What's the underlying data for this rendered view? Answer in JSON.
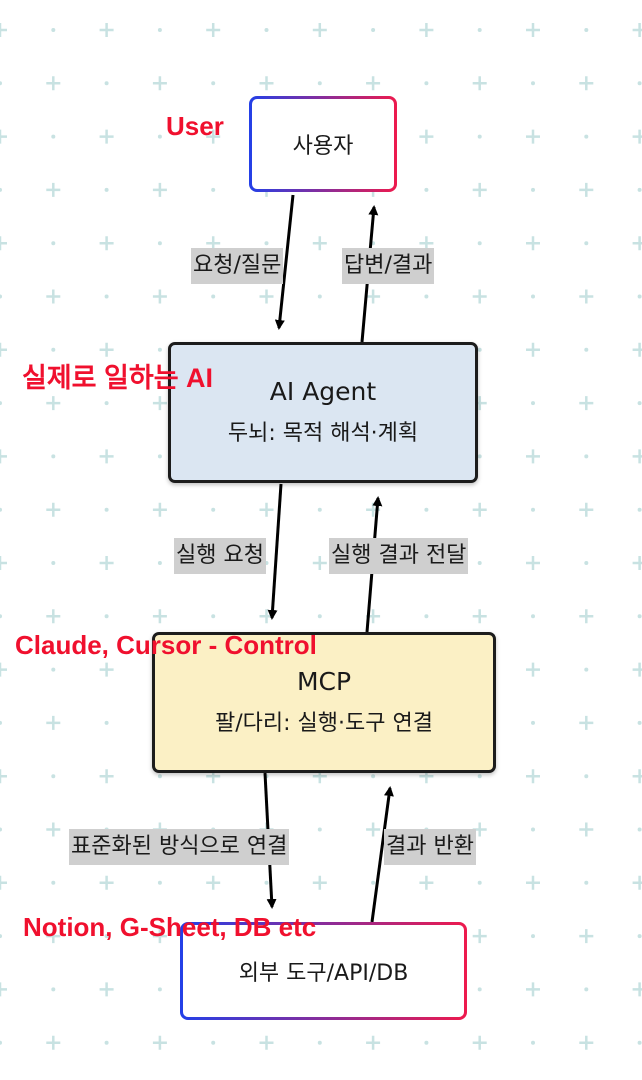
{
  "nodes": {
    "user": {
      "label": "사용자"
    },
    "agent": {
      "title": "AI Agent",
      "subtitle": "두뇌: 목적 해석·계획"
    },
    "mcp": {
      "title": "MCP",
      "subtitle": "팔/다리: 실행·도구 연결"
    },
    "external": {
      "label": "외부 도구/API/DB"
    }
  },
  "edges": {
    "user_to_agent": "요청/질문",
    "agent_to_user": "답변/결과",
    "agent_to_mcp": "실행 요청",
    "mcp_to_agent": "실행 결과 전달",
    "mcp_to_external": "표준화된 방식으로 연결",
    "external_to_mcp": "결과 반환"
  },
  "annotations": {
    "user": "User",
    "agent": "실제로 일하는 AI",
    "mcp": "Claude, Cursor - Control",
    "external": "Notion, G-Sheet, DB etc"
  },
  "colors": {
    "annotation": "#f0102e",
    "agent_fill": "#dbe6f2",
    "mcp_fill": "#fbf0c5",
    "label_bg": "#cfcfcf",
    "grid_marker": "#c8e2e2",
    "gradient_start": "#2340e8",
    "gradient_end": "#ee1a4d"
  }
}
